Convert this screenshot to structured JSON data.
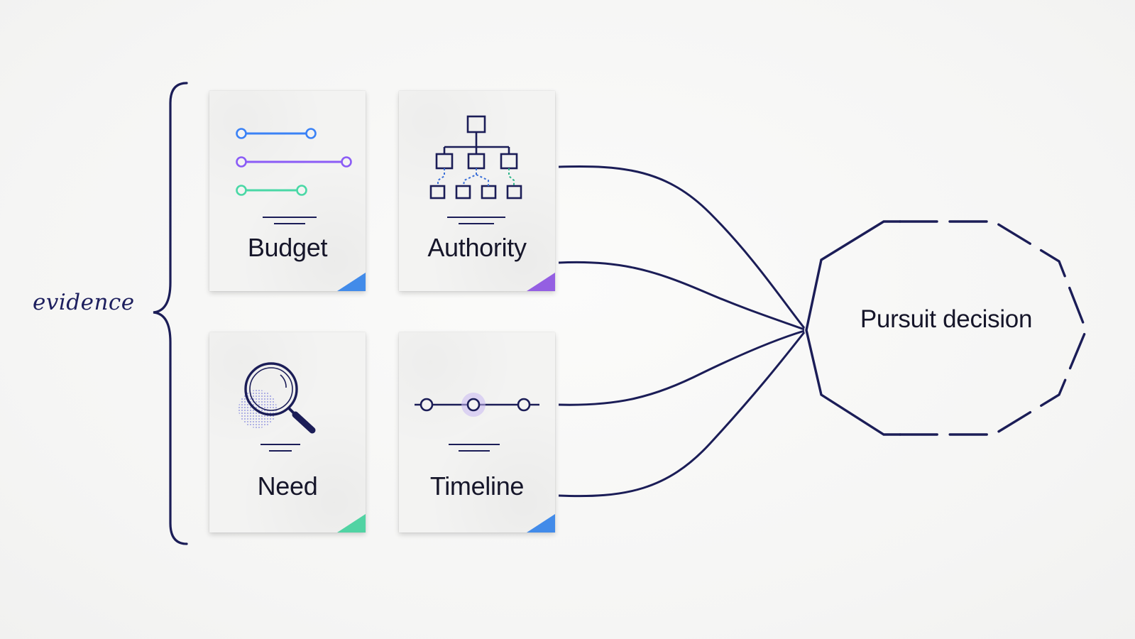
{
  "evidence_label": "evidence",
  "decision": {
    "label": "Pursuit decision"
  },
  "cards": [
    {
      "label": "Budget",
      "icon": "sliders-icon",
      "accent": "#2f7fe8"
    },
    {
      "label": "Authority",
      "icon": "org-chart-icon",
      "accent": "#8a4fe0"
    },
    {
      "label": "Need",
      "icon": "magnifier-icon",
      "accent": "#3fcf9a"
    },
    {
      "label": "Timeline",
      "icon": "timeline-icon",
      "accent": "#2f7fe8"
    }
  ],
  "colors": {
    "ink": "#1b1d57",
    "blue": "#3b82f6",
    "purple": "#8b5cf6",
    "green": "#4ad8a6"
  }
}
